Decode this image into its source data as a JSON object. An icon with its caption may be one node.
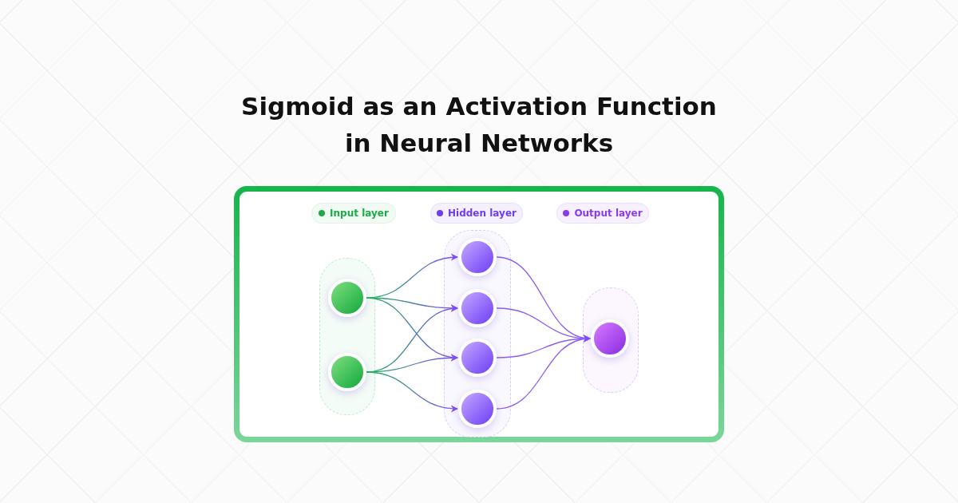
{
  "diagram": {
    "title": "Sigmoid as an Activation Function in Neural Networks",
    "nodes": [
      {
        "text": [
          "Input layer"
        ]
      },
      {
        "text": [
          "Hidden layer"
        ]
      },
      {
        "text": [
          "Output layer"
        ]
      },
      {
        "text": [],
        "shape": "box"
      },
      {
        "text": [],
        "shape": "circle",
        "in": 3
      },
      {
        "text": [],
        "shape": "circle",
        "in": 3
      },
      {
        "text": [],
        "shape": "box"
      },
      {
        "text": [],
        "shape": "circle",
        "in": 6
      },
      {
        "text": [],
        "shape": "circle",
        "in": 6
      },
      {
        "text": [],
        "shape": "circle",
        "in": 6
      },
      {
        "text": [],
        "shape": "circle",
        "in": 6
      },
      {
        "text": [],
        "shape": "box"
      },
      {
        "text": [],
        "shape": "circle",
        "in": 11
      }
    ],
    "edges": [
      {
        "from": 4,
        "to": 7,
        "arrow": "to"
      },
      {
        "from": 4,
        "to": 8,
        "arrow": "to"
      },
      {
        "from": 4,
        "to": 9,
        "arrow": "to"
      },
      {
        "from": 5,
        "to": 8,
        "arrow": "to"
      },
      {
        "from": 5,
        "to": 9,
        "arrow": "to"
      },
      {
        "from": 5,
        "to": 10,
        "arrow": "to"
      },
      {
        "from": 7,
        "to": 12,
        "arrow": "to"
      },
      {
        "from": 8,
        "to": 12,
        "arrow": "to"
      },
      {
        "from": 9,
        "to": 12,
        "arrow": "to"
      },
      {
        "from": 10,
        "to": 12,
        "arrow": "to"
      }
    ]
  }
}
